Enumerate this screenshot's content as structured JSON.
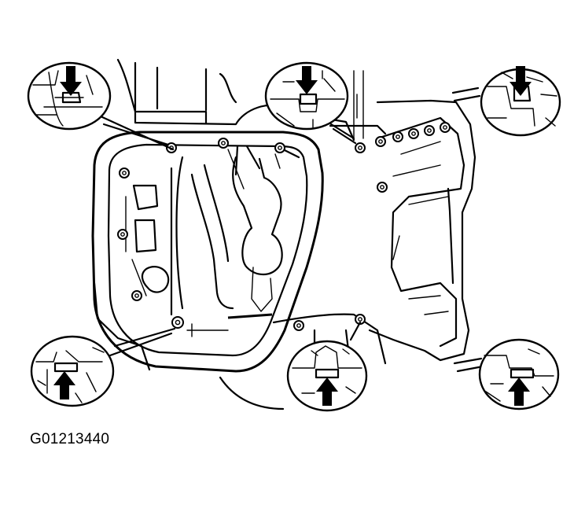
{
  "figure": {
    "code": "G01213440"
  },
  "callouts": [
    {
      "name": "top-left",
      "arrow": "down"
    },
    {
      "name": "top-center",
      "arrow": "down"
    },
    {
      "name": "top-right",
      "arrow": "down"
    },
    {
      "name": "bottom-left",
      "arrow": "up"
    },
    {
      "name": "bottom-center",
      "arrow": "up"
    },
    {
      "name": "bottom-right",
      "arrow": "up"
    }
  ],
  "colors": {
    "ink": "#000000",
    "paper": "#ffffff"
  }
}
